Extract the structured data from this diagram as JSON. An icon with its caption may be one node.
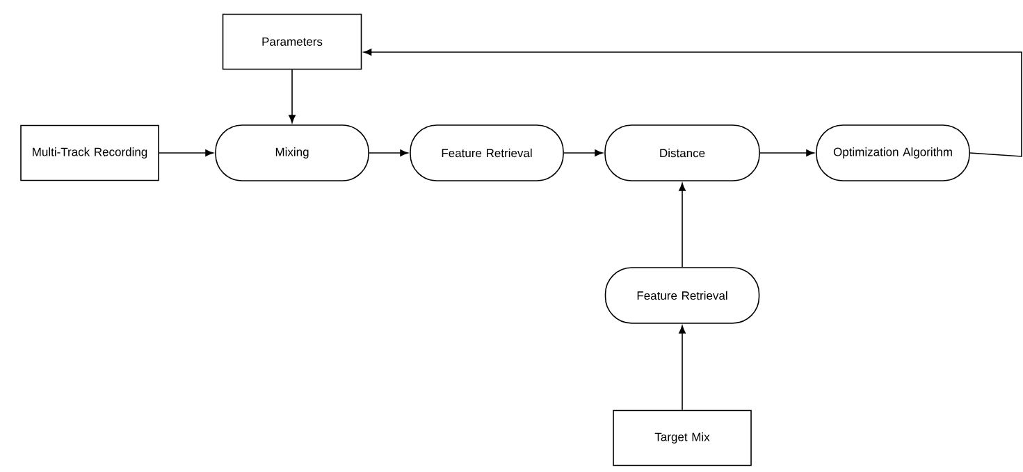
{
  "diagram": {
    "nodes": [
      {
        "text": [
          "Parameters"
        ]
      },
      {
        "text": [
          "Multi-Track Recording"
        ]
      },
      {
        "text": [
          "Mixing"
        ]
      },
      {
        "text": [
          "Feature Retrieval"
        ]
      },
      {
        "text": [
          "Distance"
        ]
      },
      {
        "text": [
          "Optimization Algorithm"
        ]
      },
      {
        "text": [
          "Feature Retrieval"
        ]
      },
      {
        "text": [
          "Target Mix"
        ]
      }
    ],
    "edges": [
      {
        "from": 0,
        "to": 2,
        "arrow": "to"
      },
      {
        "from": 1,
        "to": 2,
        "arrow": "to"
      },
      {
        "from": 2,
        "to": 3,
        "arrow": "to"
      },
      {
        "from": 3,
        "to": 4,
        "arrow": "to"
      },
      {
        "from": 4,
        "to": 5,
        "arrow": "to"
      },
      {
        "from": 5,
        "to": 0,
        "arrow": "to"
      },
      {
        "from": 7,
        "to": 6,
        "arrow": "to"
      },
      {
        "from": 6,
        "to": 4,
        "arrow": "to"
      }
    ]
  }
}
